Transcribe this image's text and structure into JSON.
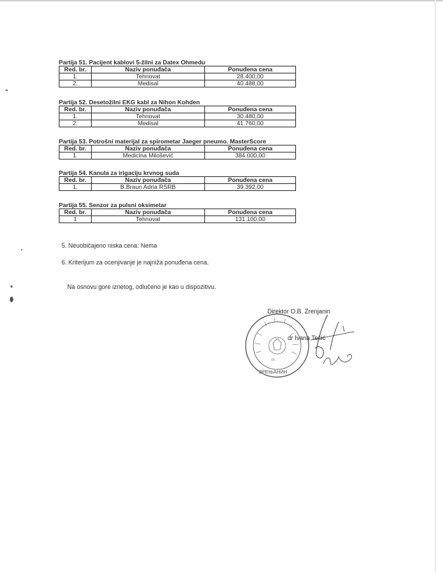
{
  "partitions": [
    {
      "title": "Partija 51. Pacijent kablovi 5-žilni za Datex Ohmedu",
      "headers": [
        "Red. br.",
        "Naziv ponuđača",
        "Ponuđena cena"
      ],
      "rows": [
        [
          "1.",
          "Tehnovat",
          "28.400,00"
        ],
        [
          "2.",
          "Medisal",
          "40.488,00"
        ]
      ]
    },
    {
      "title": "Partija 52. Desetožilni EKG kabl za Nihon Kohden",
      "headers": [
        "Red. br.",
        "Naziv ponuđača",
        "Ponuđena cena"
      ],
      "rows": [
        [
          "1.",
          "Tehnovat",
          "30.480,00"
        ],
        [
          "2.",
          "Medisal",
          "41.760,00"
        ]
      ]
    },
    {
      "title": "Partija 53. Potrošni materijal za spirometar Jaeger pneumo. MasterScore",
      "headers": [
        "Red. br.",
        "Naziv ponuđača",
        "Ponuđena cena"
      ],
      "rows": [
        [
          "1.",
          "Medicina Milošević",
          "384.000,00"
        ]
      ]
    },
    {
      "title": "Partija 54. Kanula za irigaciju krvnog suda",
      "headers": [
        "Red. br.",
        "Naziv ponuđača",
        "Ponuđena cena"
      ],
      "rows": [
        [
          "1.",
          "B.Braun Adria RSRB",
          "39.392,00"
        ]
      ]
    },
    {
      "title": "Partija 55. Senzor za pulsni oksimetar",
      "headers": [
        "Red. br.",
        "Naziv ponuđača",
        "Ponuđena cena"
      ],
      "rows": [
        [
          "1",
          "Tehnovat",
          "131.100,00"
        ]
      ]
    }
  ],
  "paragraphs": {
    "p5": "5. Neuobičajeno niska cena: Nema",
    "p6": "6. Kriterijum za ocenjivanje je najniža ponuđena cena.",
    "conclusion": "Na osnovu gore iznetog, odlučeno je kao u dispozitivu."
  },
  "signature": {
    "title": "Direktor O.B. Zrenjanin",
    "name": "dr Ivana Tešić",
    "stamp_text": "ЗРЕЊАНИН"
  }
}
